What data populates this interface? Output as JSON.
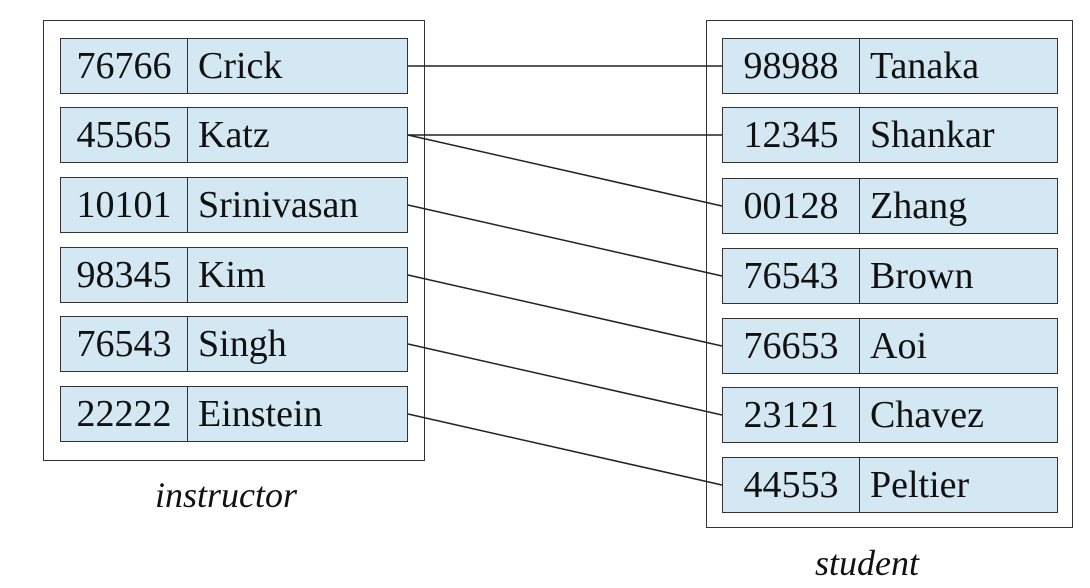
{
  "instructor": {
    "caption": "instructor",
    "records": [
      {
        "id": "76766",
        "name": "Crick"
      },
      {
        "id": "45565",
        "name": "Katz"
      },
      {
        "id": "10101",
        "name": "Srinivasan"
      },
      {
        "id": "98345",
        "name": "Kim"
      },
      {
        "id": "76543",
        "name": "Singh"
      },
      {
        "id": "22222",
        "name": "Einstein"
      }
    ]
  },
  "student": {
    "caption": "student",
    "records": [
      {
        "id": "98988",
        "name": "Tanaka"
      },
      {
        "id": "12345",
        "name": "Shankar"
      },
      {
        "id": "00128",
        "name": "Zhang"
      },
      {
        "id": "76543",
        "name": "Brown"
      },
      {
        "id": "76653",
        "name": "Aoi"
      },
      {
        "id": "23121",
        "name": "Chavez"
      },
      {
        "id": "44553",
        "name": "Peltier"
      }
    ]
  },
  "links": [
    {
      "from": 0,
      "to": 0
    },
    {
      "from": 1,
      "to": 1
    },
    {
      "from": 1,
      "to": 2
    },
    {
      "from": 2,
      "to": 3
    },
    {
      "from": 3,
      "to": 4
    },
    {
      "from": 4,
      "to": 5
    },
    {
      "from": 5,
      "to": 6
    }
  ]
}
